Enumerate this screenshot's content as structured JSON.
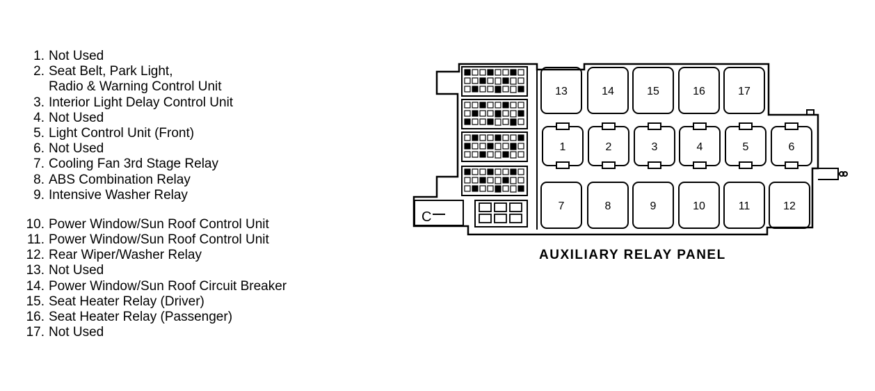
{
  "legend": [
    {
      "num": "1.",
      "text": "Not Used"
    },
    {
      "num": "2.",
      "text": "Seat Belt, Park Light,",
      "cont": "Radio & Warning Control Unit"
    },
    {
      "num": "3.",
      "text": "Interior Light Delay Control Unit"
    },
    {
      "num": "4.",
      "text": "Not Used"
    },
    {
      "num": "5.",
      "text": "Light Control Unit (Front)"
    },
    {
      "num": "6.",
      "text": "Not Used"
    },
    {
      "num": "7.",
      "text": "Cooling Fan 3rd Stage Relay"
    },
    {
      "num": "8.",
      "text": "ABS Combination Relay"
    },
    {
      "num": "9.",
      "text": "Intensive Washer Relay"
    },
    {
      "num": "10.",
      "text": "Power Window/Sun Roof Control Unit"
    },
    {
      "num": "11.",
      "text": "Power Window/Sun Roof Control Unit"
    },
    {
      "num": "12.",
      "text": "Rear Wiper/Washer Relay"
    },
    {
      "num": "13.",
      "text": "Not Used"
    },
    {
      "num": "14.",
      "text": "Power Window/Sun Roof Circuit Breaker"
    },
    {
      "num": "15.",
      "text": "Seat Heater Relay (Driver)"
    },
    {
      "num": "16.",
      "text": "Seat Heater Relay (Passenger)"
    },
    {
      "num": "17.",
      "text": "Not Used"
    }
  ],
  "panel": {
    "title": "AUXILIARY RELAY PANEL",
    "connector_label": "C",
    "top_row": [
      "13",
      "14",
      "15",
      "16",
      "17"
    ],
    "middle_row": [
      "1",
      "2",
      "3",
      "4",
      "5",
      "6"
    ],
    "bottom_row": [
      "7",
      "8",
      "9",
      "10",
      "11",
      "12"
    ]
  }
}
